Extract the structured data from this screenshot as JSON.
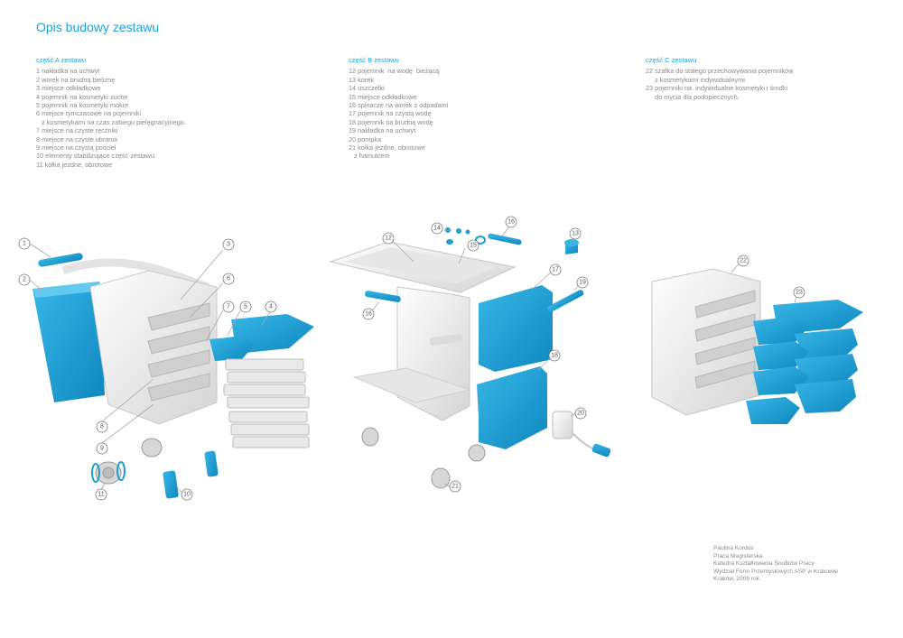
{
  "title": "Opis budowy zestawu",
  "part_a": {
    "heading": "część A zestawu",
    "items": [
      "1 nakładka na uchwyt",
      "2 worek na brudną bieliznę",
      "3 miejsce odkładkowe",
      "4 pojemnik na kosmetyki suche",
      "5 pojemnik na kosmetyki mokre",
      "6 miejsce tymczasowe na pojemniki",
      "   z kosmetykami na czas zabiegu pielęgnacyjnego.",
      "7 miejsce na czyste ręczniki",
      "8 miejsce na czyste ubrania",
      "9 miejsce na czystą pościel",
      "10 elementy stabilizujące część zestawu",
      "11 kółka jezdne, obrotowe"
    ]
  },
  "part_b": {
    "heading": "część B zestawu",
    "items": [
      "12 pojemnik  na wodę  bieżącą",
      "13 korek",
      "14 uszczelki",
      "15 miejsce odkładkowe",
      "16 spinacze na worek z odpadami",
      "17 pojemnik na czystą wodę",
      "18 pojemnik na brudną wodę",
      "19 nakładka na uchwyt",
      "20 pompka",
      "21 kółka jezdne, obrotowe",
      "   z hamulcem"
    ]
  },
  "part_c": {
    "heading": "część C zestawu",
    "items": [
      "22 szafka do stałego przechowywania pojemników",
      "     z kosmetykami indywidualnymi",
      "23 pojemniki na  indywidualne kosmetyki i środki",
      "     do mycia dla podopiecznych."
    ]
  },
  "credits": [
    "Paulina Kordos",
    "Praca Magisterska",
    "Katedra Kształtowania Środków Pracy",
    "Wydział Form Przemysłowych ASP w Krakowie",
    "Kraków, 2009 rok"
  ],
  "callouts": {
    "n1": "1",
    "n2": "2",
    "n3": "3",
    "n4": "4",
    "n5": "5",
    "n6": "6",
    "n7": "7",
    "n8": "8",
    "n9": "9",
    "n10": "10",
    "n11": "11",
    "n12": "12",
    "n13": "13",
    "n14": "14",
    "n15": "15",
    "n16a": "16",
    "n16b": "16",
    "n17": "17",
    "n18": "18",
    "n19": "19",
    "n20": "20",
    "n21": "21",
    "n22": "22",
    "n23": "23"
  },
  "colors": {
    "accent": "#1aa3d9",
    "product_blue": "#1b9fd4",
    "text_gray": "#8a8a8a"
  }
}
